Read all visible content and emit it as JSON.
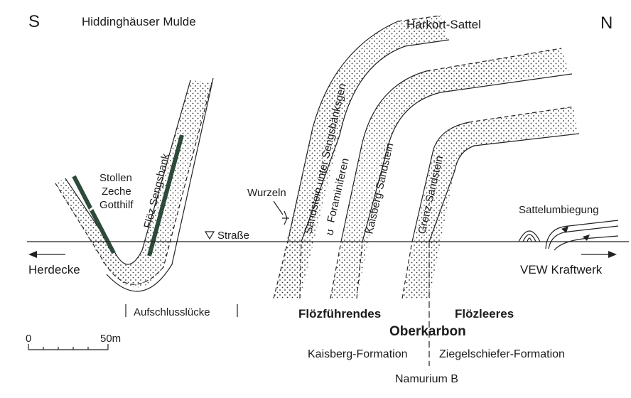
{
  "labels": {
    "south": "S",
    "north": "N",
    "mulde": "Hiddinghäuser Mulde",
    "sattel": "Harkort-Sattel",
    "stollen_1": "Stollen",
    "stollen_2": "Zeche",
    "stollen_3": "Gotthilf",
    "floz": "Flöz Sengsbank",
    "wurzeln": "Wurzeln",
    "strasse": "Straße",
    "sandstein_sengs": "Sandstein unter Sengsbänksgen",
    "foraminiferen": "Foraminiferen",
    "kaisberg_sandstein": "Kaisberg-Sandstein",
    "grenz_sandstein": "Grenz-Sandstein",
    "sattelumbiegung": "Sattelumbiegung",
    "herdecke": "Herdecke",
    "vew": "VEW Kraftwerk",
    "aufschluss": "Aufschlusslücke",
    "flozfuhrendes": "Flözführendes",
    "flozleeres": "Flözleeres",
    "oberkarbon": "Oberkarbon",
    "kaisberg_formation": "Kaisberg-Formation",
    "ziegelschiefer": "Ziegelschiefer-Formation",
    "namurium": "Namurium B",
    "scale_zero": "0",
    "scale_50": "50m"
  },
  "colors": {
    "ink": "#1c1c1c",
    "coal_seam": "#2e4a3a",
    "stipple": "#333333",
    "background": "#ffffff"
  }
}
